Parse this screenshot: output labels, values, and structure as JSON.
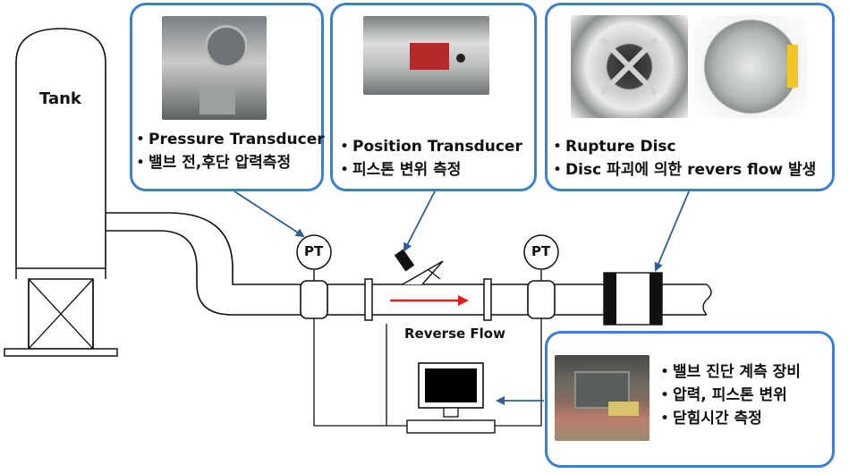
{
  "tank": {
    "label": "Tank"
  },
  "pressure_sensors": [
    {
      "label": "PT"
    },
    {
      "label": "PT"
    }
  ],
  "flow": {
    "label": "Reverse Flow"
  },
  "callouts": {
    "pressure": {
      "lines": [
        {
          "bullet": "•",
          "text": "Pressure Transducer"
        },
        {
          "bullet": "•",
          "text": "밸브 전,후단 압력측정"
        }
      ]
    },
    "position": {
      "lines": [
        {
          "bullet": "•",
          "text": "Position Transducer"
        },
        {
          "bullet": "•",
          "text": "피스톤 변위 측정"
        }
      ]
    },
    "rupture": {
      "lines": [
        {
          "bullet": "•",
          "text": "Rupture Disc"
        },
        {
          "bullet": "•",
          "text": "Disc 파괴에 의한 revers flow 발생"
        }
      ]
    },
    "daq": {
      "lines": [
        {
          "bullet": "•",
          "text": "밸브 진단 계측 장비"
        },
        {
          "bullet": "•",
          "text": "압력, 피스톤 변위"
        },
        {
          "bullet": "•",
          "text": "닫힘시간 측정"
        }
      ]
    }
  },
  "colors": {
    "callout_border": "#3a7fd5",
    "arrow": "#2f5d96",
    "flow_arrow": "#e0201c"
  }
}
